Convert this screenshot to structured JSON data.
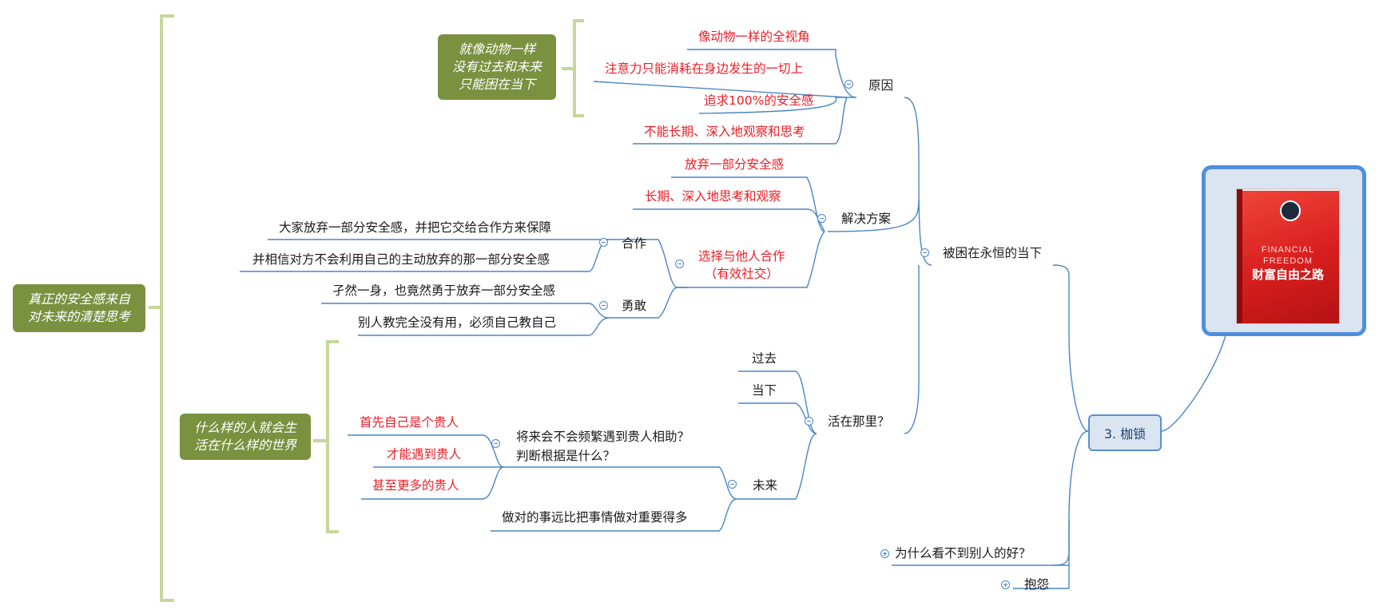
{
  "root": {
    "label": "3. 枷锁"
  },
  "image_card": {
    "book_title_en_1": "FINANCIAL",
    "book_title_en_2": "FREEDOM",
    "book_title_cn": "财富自由之路"
  },
  "branches": {
    "trapped": "被困在永恒的当下",
    "reason": "原因",
    "reason_items": [
      "像动物一样的全视角",
      "注意力只能消耗在身边发生的一切上",
      "追求100%的安全感",
      "不能长期、深入地观察和思考"
    ],
    "reason_note": "就像动物一样\n没有过去和未来\n只能困在当下",
    "solution": "解决方案",
    "solution_items": [
      "放弃一部分安全感",
      "长期、深入地思考和观察"
    ],
    "cooperate_main": "选择与他人合作\n（有效社交）",
    "cooperate": "合作",
    "cooperate_items": [
      "大家放弃一部分安全感，并把它交给合作方来保障",
      "并相信对方不会利用自己的主动放弃的那一部分安全感"
    ],
    "brave": "勇敢",
    "brave_items": [
      "孑然一身，也竟然勇于放弃一部分安全感",
      "别人教完全没有用，必须自己教自己"
    ],
    "big_note": "真正的安全感来自\n对未来的清楚思考",
    "live_where": "活在那里？",
    "past": "过去",
    "present": "当下",
    "future": "未来",
    "future_q": "将来会不会频繁遇到贵人相助？\n判断根据是什么？",
    "future_q_items": [
      "首先自己是个贵人",
      "才能遇到贵人",
      "甚至更多的贵人"
    ],
    "future_note": "什么样的人就会生\n活在什么样的世界",
    "future_right": "做对的事远比把事情做对重要得多",
    "why_not_see": "为什么看不到别人的好？",
    "complain": "抱怨"
  },
  "colors": {
    "line": "#4a86c8",
    "red_text": "#ee1c25",
    "green_box": "#7a9140",
    "bracket": "#c5d79b"
  }
}
